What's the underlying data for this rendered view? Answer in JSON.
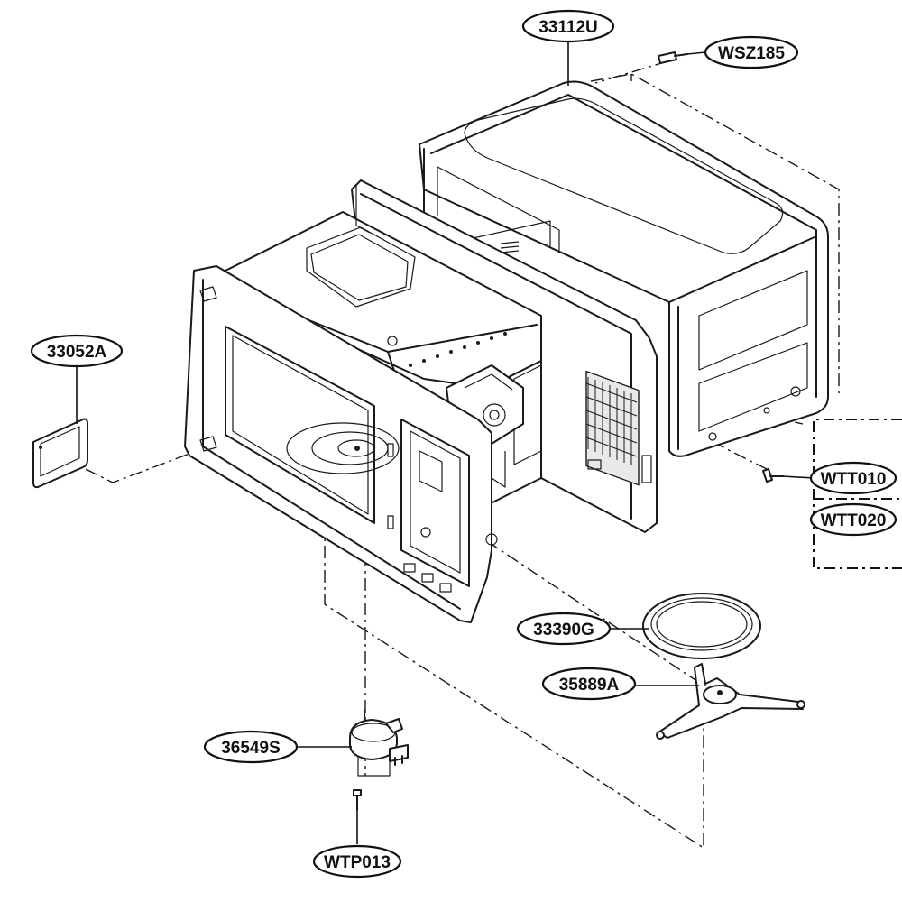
{
  "parts": [
    {
      "id": "outer-case",
      "label": "33112U"
    },
    {
      "id": "case-screw",
      "label": "WSZ185"
    },
    {
      "id": "waveguide-cover",
      "label": "33052A"
    },
    {
      "id": "screw-1",
      "label": "WTT010"
    },
    {
      "id": "screw-2",
      "label": "WTT020"
    },
    {
      "id": "glass-tray",
      "label": "33390G"
    },
    {
      "id": "roller-guide",
      "label": "35889A"
    },
    {
      "id": "turntable-motor",
      "label": "36549S"
    },
    {
      "id": "motor-screw",
      "label": "WTP013"
    }
  ],
  "colors": {
    "ink": "#1a1a1a",
    "background": "#ffffff"
  }
}
